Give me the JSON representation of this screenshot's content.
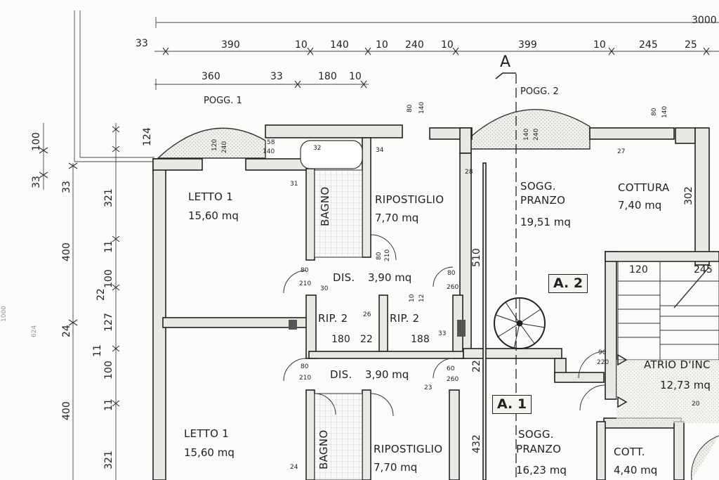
{
  "dimensions": {
    "overall": "3000",
    "row1": [
      "33",
      "390",
      "10",
      "140",
      "10",
      "240",
      "10",
      "399",
      "10",
      "245",
      "25"
    ],
    "row2": [
      "360",
      "33",
      "180",
      "10"
    ],
    "left": [
      "100",
      "33",
      "33",
      "321",
      "400",
      "11",
      "100",
      "22",
      "24",
      "127",
      "11",
      "100",
      "11",
      "400",
      "321"
    ],
    "faint_left": [
      "1000",
      "624"
    ],
    "stairs": [
      "120",
      "245"
    ],
    "inner": [
      "180",
      "22",
      "188",
      "510",
      "22",
      "432",
      "302",
      "124"
    ]
  },
  "section_marker": "A",
  "balconies": {
    "pogg1": "POGG. 1",
    "pogg2": "POGG. 2"
  },
  "rooms": {
    "letto1_top": {
      "name": "LETTO 1",
      "area": "15,60 mq"
    },
    "bagno_top": {
      "name": "BAGNO"
    },
    "ripostiglio_top": {
      "name": "RIPOSTIGLIO",
      "area": "7,70 mq"
    },
    "sogg_top": {
      "name1": "SOGG.",
      "name2": "PRANZO",
      "area": "19,51 mq"
    },
    "cottura": {
      "name": "COTTURA",
      "area": "7,40 mq"
    },
    "dis_top": {
      "name": "DIS.",
      "area": "3,90 mq"
    },
    "rip2_left": {
      "name": "RIP. 2"
    },
    "rip2_right": {
      "name": "RIP. 2"
    },
    "dis_bottom": {
      "name": "DIS.",
      "area": "3,90 mq"
    },
    "atrio": {
      "name": "ATRIO D'INC",
      "area": "12,73 mq"
    },
    "letto1_bottom": {
      "name": "LETTO 1",
      "area": "15,60 mq"
    },
    "bagno_bottom": {
      "name": "BAGNO"
    },
    "ripostiglio_bottom": {
      "name": "RIPOSTIGLIO",
      "area": "7,70 mq"
    },
    "sogg_bottom": {
      "name1": "SOGG.",
      "name2": "PRANZO",
      "area": "16,23 mq"
    },
    "cott": {
      "name": "COTT.",
      "area": "4,40 mq"
    }
  },
  "units": {
    "a2": "A. 2",
    "a1": "A. 1"
  },
  "door_marks": [
    "80",
    "210",
    "80",
    "260",
    "90",
    "220",
    "60",
    "260",
    "80",
    "210",
    "30",
    "31",
    "34",
    "28",
    "27",
    "26",
    "23",
    "33",
    "20",
    "58",
    "140",
    "32",
    "24",
    "10",
    "12"
  ],
  "window_marks": [
    "80",
    "140",
    "120",
    "240",
    "140",
    "240",
    "80",
    "140",
    "80",
    "210"
  ]
}
